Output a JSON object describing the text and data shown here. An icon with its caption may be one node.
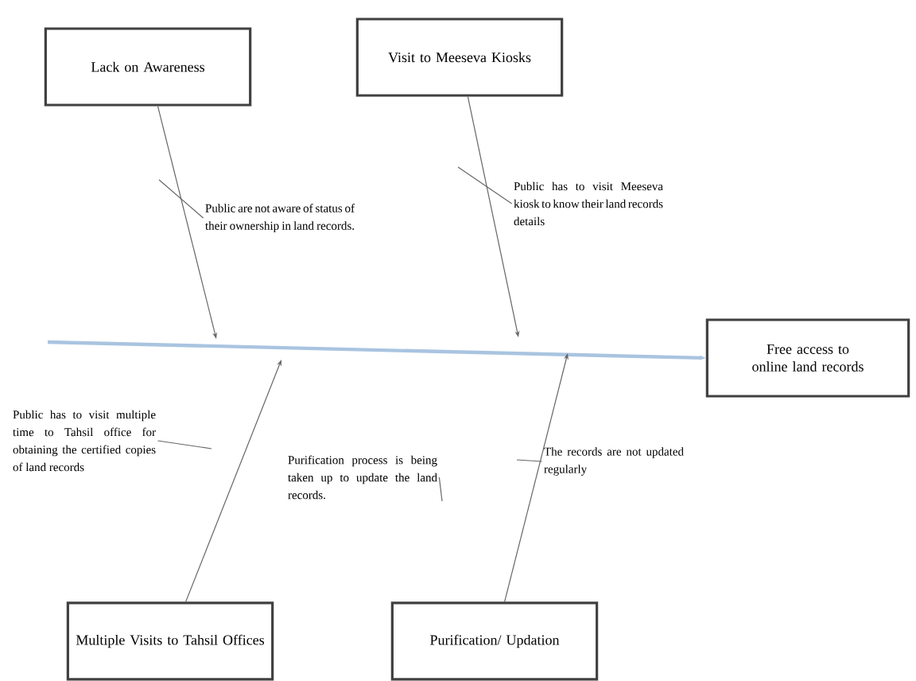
{
  "diagram": {
    "nodes": [
      {
        "text": [
          "Lack on Awareness"
        ]
      },
      {
        "text": [
          "Visit to Meeseva Kiosks"
        ]
      },
      {
        "text": [
          "Free access to online land records"
        ]
      },
      {
        "text": [
          "Public are not aware of status of their ownership in land records."
        ]
      },
      {
        "text": [
          "Public has to visit Meeseva kiosk to know their land records details"
        ]
      },
      {
        "text": [
          "Public has to visit multiple time to Tahsil office for obtaining the certified copies of land records"
        ]
      },
      {
        "text": [
          "Purification process is being taken up to update the land records."
        ]
      },
      {
        "text": [
          "The records are not updated regularly"
        ]
      },
      {
        "text": [
          "Multiple Visits to Tahsil Offices"
        ]
      },
      {
        "text": [
          "Purification/ Updation"
        ]
      }
    ],
    "edges": [
      {
        "from": null,
        "to": 2,
        "arrow": "to",
        "color": "#a9c4e0",
        "style": "thick"
      },
      {
        "from": 0,
        "to": null,
        "arrow": "to"
      },
      {
        "from": 1,
        "to": null,
        "arrow": "to"
      },
      {
        "from": 8,
        "to": null,
        "arrow": "to"
      },
      {
        "from": 9,
        "to": null,
        "arrow": "to"
      },
      {
        "from": 3,
        "to": null,
        "arrow": "none"
      },
      {
        "from": 4,
        "to": null,
        "arrow": "none"
      },
      {
        "from": 5,
        "to": null,
        "arrow": "none"
      },
      {
        "from": 6,
        "to": null,
        "arrow": "none"
      },
      {
        "from": 7,
        "to": null,
        "arrow": "none"
      }
    ]
  }
}
